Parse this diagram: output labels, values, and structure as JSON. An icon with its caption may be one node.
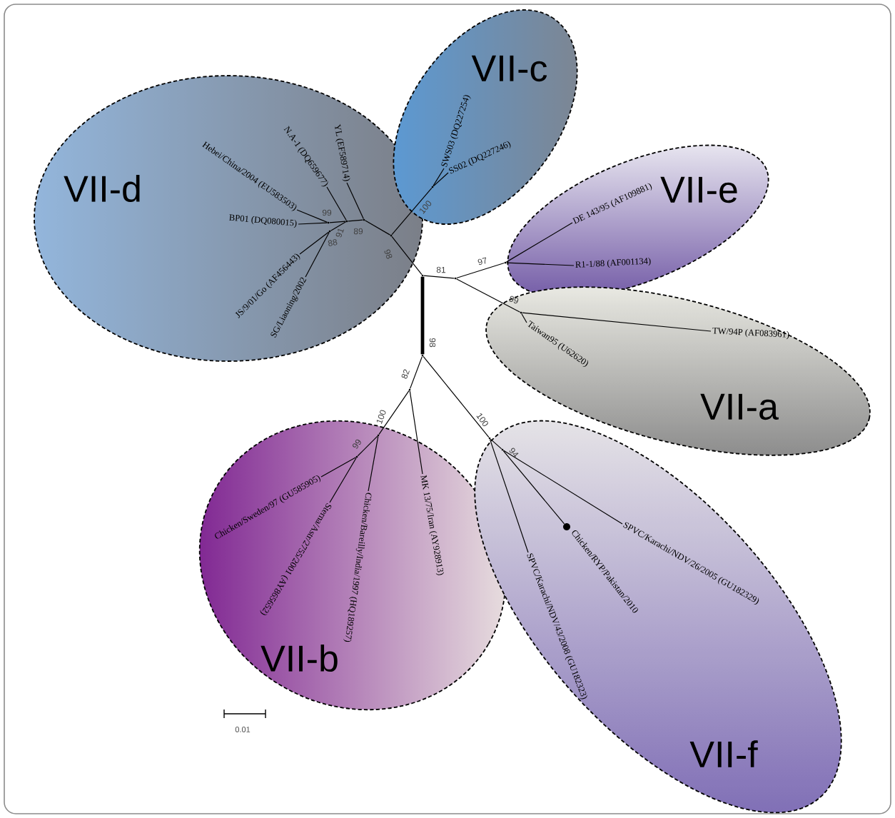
{
  "diagram": {
    "nodes": [
      {
        "text": [
          "VII-d"
        ]
      },
      {
        "text": [
          "VII-c"
        ]
      },
      {
        "text": [
          "VII-e"
        ]
      },
      {
        "text": [
          "VII-a"
        ]
      },
      {
        "text": [
          "VII-b"
        ]
      },
      {
        "text": [
          "VII-f"
        ]
      },
      {
        "text": [
          "Hebei/China/2004 (EU583503)"
        ],
        "in": 0
      },
      {
        "text": [
          "N.A-1 (DQ659677)"
        ],
        "in": 0
      },
      {
        "text": [
          "YL (EF589714)"
        ],
        "in": 0
      },
      {
        "text": [
          "BP01 (DQ080015)"
        ],
        "in": 0
      },
      {
        "text": [
          "JS/9/01/Go (AF456443)"
        ],
        "in": 0
      },
      {
        "text": [
          "SG/Liaoning/2002"
        ],
        "in": 0
      },
      {
        "text": [
          "SWS03 (DQ227254)"
        ],
        "in": 1
      },
      {
        "text": [
          "SS02 (DQ227246)"
        ],
        "in": 1
      },
      {
        "text": [
          "DE 143/95 (AF109881)"
        ],
        "in": 2
      },
      {
        "text": [
          "R1-1/88 (AF001134)"
        ],
        "in": 2
      },
      {
        "text": [
          "Taiwan95 (U62620)"
        ],
        "in": 3
      },
      {
        "text": [
          "TW/94P (AF083961)"
        ],
        "in": 3
      },
      {
        "text": [
          "Chicken/Sweden/97 (GU585905)"
        ],
        "in": 4
      },
      {
        "text": [
          "Sterna/Astr/2755/2001 (AY865652)"
        ],
        "in": 4
      },
      {
        "text": [
          "Chicken/Bareilly/India/1997 (HQ189257)"
        ],
        "in": 4
      },
      {
        "text": [
          "MK 13/75/Iran (AY928913)"
        ],
        "in": 4
      },
      {
        "text": [
          "SPVC/Karachi/NDV/43/2008 (GU182323)"
        ],
        "in": 5
      },
      {
        "text": [],
        "shape": "circle",
        "beside": [
          "Chicken/RYP/Pakistan/2010"
        ],
        "in": 5
      },
      {
        "text": [
          "SPVC/Karachi/NDV/26/2005 (GU182329)"
        ],
        "in": 5
      },
      {
        "text": [],
        "shape": "point"
      },
      {
        "text": [],
        "shape": "point"
      },
      {
        "text": [],
        "shape": "point",
        "in": 0
      },
      {
        "text": [],
        "shape": "point",
        "in": 1
      },
      {
        "text": [],
        "shape": "point",
        "in": 0
      },
      {
        "text": [],
        "shape": "point",
        "in": 0
      },
      {
        "text": [],
        "shape": "point",
        "in": 0
      },
      {
        "text": [],
        "shape": "point",
        "in": 0
      },
      {
        "text": [],
        "shape": "point"
      },
      {
        "text": [],
        "shape": "point",
        "in": 2
      },
      {
        "text": [],
        "shape": "point",
        "in": 3
      },
      {
        "text": [],
        "shape": "point"
      },
      {
        "text": [],
        "shape": "point",
        "in": 4
      },
      {
        "text": [],
        "shape": "point",
        "in": 4
      },
      {
        "text": [],
        "shape": "point"
      },
      {
        "text": [],
        "shape": "point"
      }
    ],
    "edges": [
      {
        "from": 25,
        "to": 27,
        "arrow": "none",
        "label": "98"
      },
      {
        "from": 27,
        "to": 28,
        "arrow": "none",
        "label": "100"
      },
      {
        "from": 28,
        "to": 12,
        "arrow": "none"
      },
      {
        "from": 28,
        "to": 13,
        "arrow": "none"
      },
      {
        "from": 27,
        "to": 29,
        "arrow": "none",
        "label": "89"
      },
      {
        "from": 29,
        "to": 8,
        "arrow": "none"
      },
      {
        "from": 29,
        "to": 30,
        "arrow": "none",
        "label": "91"
      },
      {
        "from": 30,
        "to": 7,
        "arrow": "none"
      },
      {
        "from": 30,
        "to": 31,
        "arrow": "none",
        "label": "99"
      },
      {
        "from": 31,
        "to": 6,
        "arrow": "none"
      },
      {
        "from": 31,
        "to": 9,
        "arrow": "none"
      },
      {
        "from": 30,
        "to": 32,
        "arrow": "none",
        "label": "88"
      },
      {
        "from": 32,
        "to": 10,
        "arrow": "none"
      },
      {
        "from": 32,
        "to": 11,
        "arrow": "none"
      },
      {
        "from": 25,
        "to": 33,
        "arrow": "none",
        "label": "81"
      },
      {
        "from": 33,
        "to": 34,
        "arrow": "none",
        "label": "97"
      },
      {
        "from": 34,
        "to": 14,
        "arrow": "none"
      },
      {
        "from": 34,
        "to": 15,
        "arrow": "none"
      },
      {
        "from": 33,
        "to": 35,
        "arrow": "none",
        "label": "99"
      },
      {
        "from": 35,
        "to": 16,
        "arrow": "none"
      },
      {
        "from": 35,
        "to": 17,
        "arrow": "none"
      },
      {
        "from": 25,
        "to": 26,
        "arrow": "none",
        "label": "98",
        "style": "thick"
      },
      {
        "from": 26,
        "to": 36,
        "arrow": "none",
        "label": "82"
      },
      {
        "from": 36,
        "to": 37,
        "arrow": "none",
        "label": "100"
      },
      {
        "from": 37,
        "to": 38,
        "arrow": "none",
        "label": "99"
      },
      {
        "from": 38,
        "to": 18,
        "arrow": "none"
      },
      {
        "from": 38,
        "to": 19,
        "arrow": "none"
      },
      {
        "from": 37,
        "to": 20,
        "arrow": "none"
      },
      {
        "from": 36,
        "to": 21,
        "arrow": "none"
      },
      {
        "from": 26,
        "to": 39,
        "arrow": "none",
        "label": "100"
      },
      {
        "from": 39,
        "to": 22,
        "arrow": "none"
      },
      {
        "from": 39,
        "to": 40,
        "arrow": "none",
        "label": "94"
      },
      {
        "from": 40,
        "to": 23,
        "arrow": "none"
      },
      {
        "from": 40,
        "to": 24,
        "arrow": "none"
      }
    ],
    "labels": [
      "0.01"
    ]
  }
}
